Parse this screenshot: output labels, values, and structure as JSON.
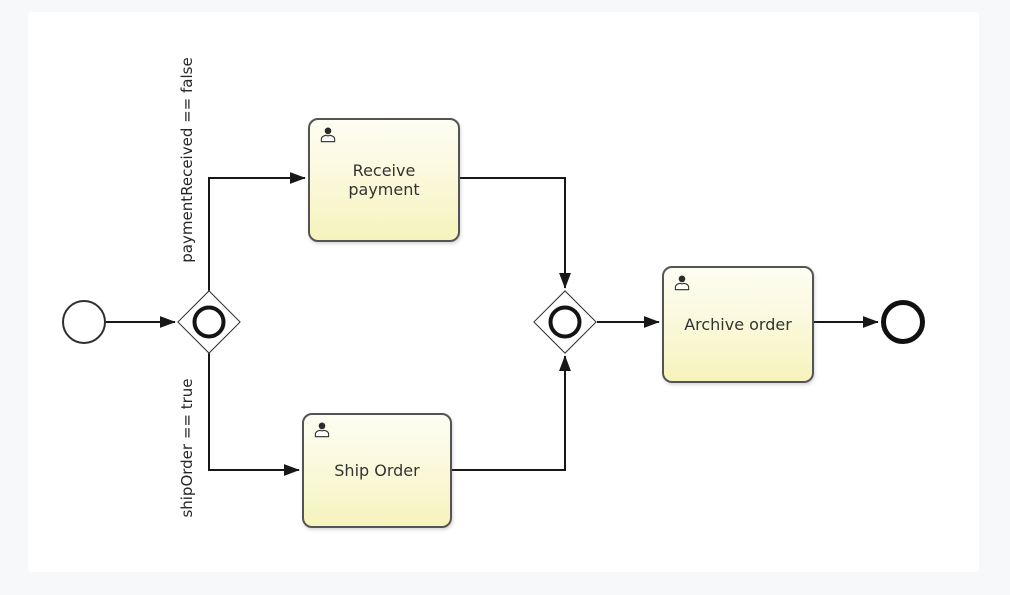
{
  "process": {
    "events": {
      "start": {
        "type": "start-event"
      },
      "end": {
        "type": "end-event"
      }
    },
    "gateways": {
      "fork": {
        "type": "inclusive-gateway"
      },
      "join": {
        "type": "inclusive-gateway"
      }
    },
    "tasks": {
      "receive_payment": {
        "line1": "Receive",
        "line2": "payment",
        "icon": "user-icon"
      },
      "ship_order": {
        "label": "Ship Order",
        "icon": "user-icon"
      },
      "archive_order": {
        "label": "Archive order",
        "icon": "user-icon"
      }
    },
    "flow_labels": {
      "payment_condition": "paymentReceived == false",
      "ship_condition": "shipOrder == true"
    }
  },
  "colors": {
    "page_bg": "#f7f8f9",
    "canvas_bg": "#ffffff",
    "task_fill_top": "#fdfdf2",
    "task_fill_bottom": "#f6f3bc",
    "task_border": "#545454",
    "flow_line": "#171717",
    "text": "#333333"
  }
}
